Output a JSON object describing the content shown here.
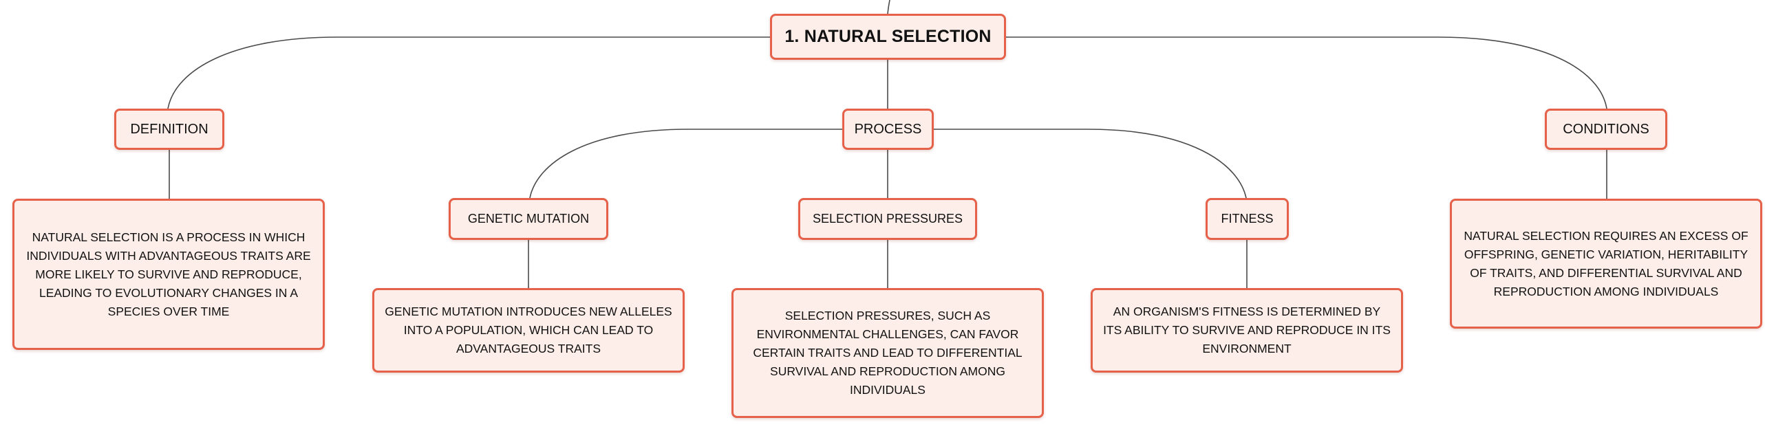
{
  "colors": {
    "node_fill": "#fdeee9",
    "node_border": "#e5614a",
    "connector": "#4a4a4a",
    "text": "#111111"
  },
  "root": {
    "label": "1. NATURAL SELECTION"
  },
  "branches": {
    "definition": {
      "label": "DEFINITION",
      "detail": "NATURAL SELECTION IS A PROCESS IN WHICH INDIVIDUALS WITH ADVANTAGEOUS TRAITS ARE MORE LIKELY TO SURVIVE AND REPRODUCE, LEADING TO EVOLUTIONARY CHANGES IN A SPECIES OVER TIME"
    },
    "process": {
      "label": "PROCESS",
      "children": {
        "genetic_mutation": {
          "label": "GENETIC MUTATION",
          "detail": "GENETIC MUTATION INTRODUCES NEW ALLELES INTO A POPULATION, WHICH CAN LEAD TO ADVANTAGEOUS TRAITS"
        },
        "selection_pressures": {
          "label": "SELECTION PRESSURES",
          "detail": "SELECTION PRESSURES, SUCH AS ENVIRONMENTAL CHALLENGES, CAN FAVOR CERTAIN TRAITS AND LEAD TO DIFFERENTIAL SURVIVAL AND REPRODUCTION AMONG INDIVIDUALS"
        },
        "fitness": {
          "label": "FITNESS",
          "detail": "AN ORGANISM'S FITNESS IS DETERMINED BY ITS ABILITY TO SURVIVE AND REPRODUCE IN ITS ENVIRONMENT"
        }
      }
    },
    "conditions": {
      "label": "CONDITIONS",
      "detail": "NATURAL SELECTION REQUIRES AN EXCESS OF OFFSPRING, GENETIC VARIATION, HERITABILITY OF TRAITS, AND DIFFERENTIAL SURVIVAL AND REPRODUCTION AMONG INDIVIDUALS"
    }
  }
}
